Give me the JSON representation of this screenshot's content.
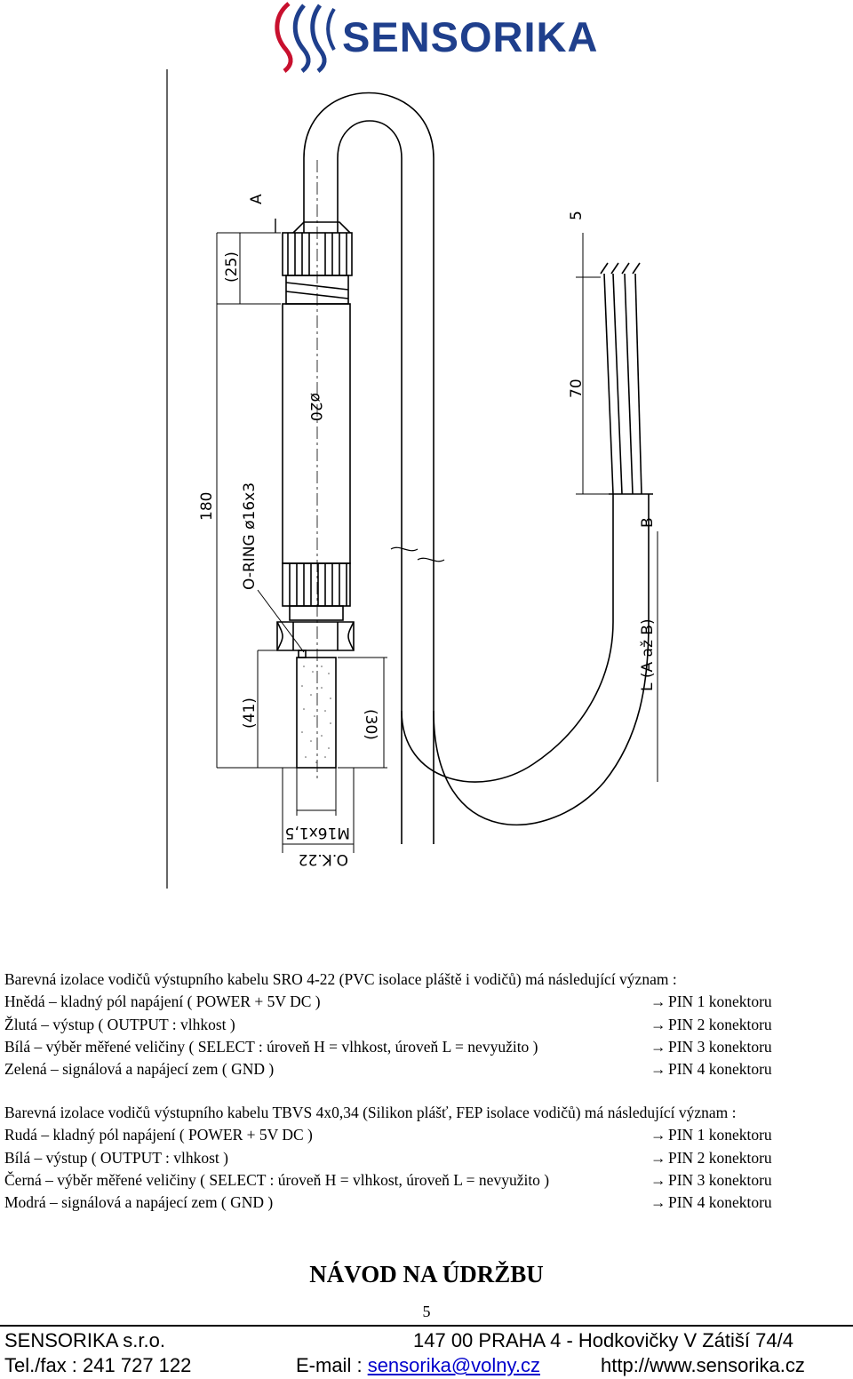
{
  "header": {
    "logo_text": "SENSORIKA",
    "brand_color": "#1f3f8c"
  },
  "drawing": {
    "labels": {
      "a": "A",
      "dim_25": "(25)",
      "dia_20": "ø20",
      "len_180": "180",
      "o_ring": "O-RING ø16x3",
      "dim_41": "(41)",
      "dim_30": "(30)",
      "thread": "M16x1,5",
      "ok": "O.K.22",
      "dim_5": "5",
      "dim_70": "70",
      "b": "B",
      "length": "L (A až B)"
    }
  },
  "cable1": {
    "intro": "Barevná izolace vodičů výstupního kabelu SRO 4-22 (PVC isolace pláště i vodičů) má následující význam :",
    "rows": [
      {
        "label": "Hnědá – kladný pól napájení ( POWER + 5V DC )",
        "pin": "PIN 1 konektoru"
      },
      {
        "label": "Žlutá – výstup ( OUTPUT : vlhkost )",
        "pin": "PIN 2 konektoru"
      },
      {
        "label": "Bílá – výběr měřené veličiny ( SELECT : úroveň H = vlhkost, úroveň L = nevyužito )",
        "pin": "PIN 3 konektoru"
      },
      {
        "label": "Zelená – signálová a napájecí zem ( GND )",
        "pin": "PIN 4 konektoru"
      }
    ]
  },
  "cable2": {
    "intro": "Barevná izolace vodičů výstupního kabelu TBVS 4x0,34 (Silikon plášť, FEP isolace vodičů) má následující význam :",
    "rows": [
      {
        "label": "Rudá – kladný pól napájení ( POWER + 5V DC )",
        "pin": "PIN 1 konektoru"
      },
      {
        "label": "Bílá – výstup ( OUTPUT : vlhkost )",
        "pin": "PIN 2 konektoru"
      },
      {
        "label": "Černá – výběr měřené veličiny ( SELECT : úroveň H = vlhkost, úroveň L = nevyužito )",
        "pin": "PIN 3 konektoru"
      },
      {
        "label": "Modrá – signálová a napájecí zem ( GND )",
        "pin": "PIN 4 konektoru"
      }
    ]
  },
  "arrow_glyph": "→",
  "section_heading": "NÁVOD NA ÚDRŽBU",
  "page_number": "5",
  "footer": {
    "company": "SENSORIKA s.r.o.",
    "address": "147 00 PRAHA 4 - Hodkovičky V Zátiší 74/4",
    "phone": "Tel./fax : 241 727 122",
    "email_label": "E-mail : ",
    "email": "sensorika@volny.cz",
    "web": "http://www.sensorika.cz",
    "link_color": "#0000cc"
  }
}
